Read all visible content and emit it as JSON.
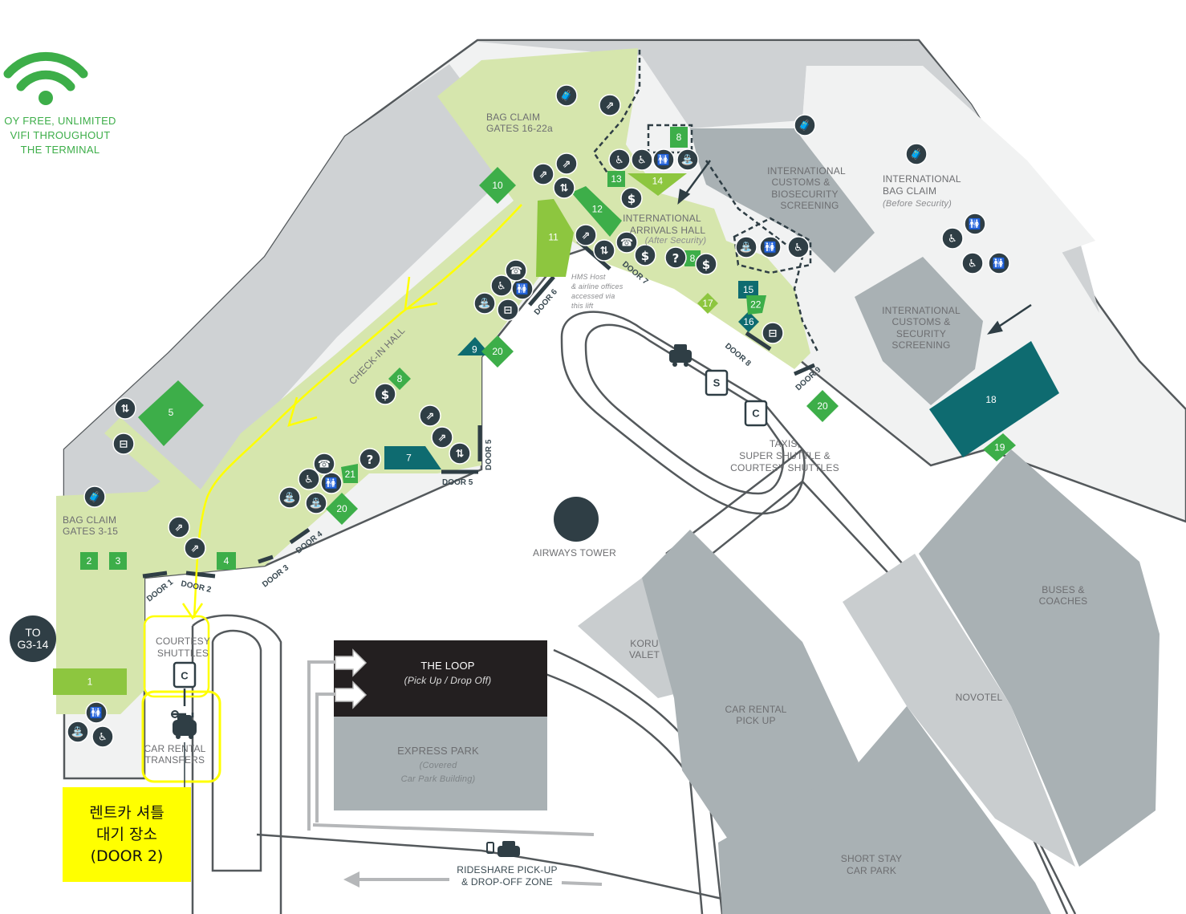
{
  "wifi": {
    "lines": [
      "OY FREE, UNLIMITED",
      "VIFI THROUGHOUT",
      "THE TERMINAL"
    ],
    "icon": "wifi-icon",
    "color": "#3dae49"
  },
  "colors": {
    "terminal_green": "#d6e6ad",
    "terminal_grey": "#c9cdcf",
    "building_grey": "#a9b1b4",
    "dark_teal": "#0e6b70",
    "tile_green": "#3dae49",
    "tile_lime": "#8dc63f",
    "icon_dark": "#2f3e45",
    "route_yellow": "#ffff00"
  },
  "areas": {
    "bag_claim_16": [
      "BAG CLAIM",
      "GATES 16-22a"
    ],
    "bag_claim_3": [
      "BAG CLAIM",
      "GATES 3-15"
    ],
    "intl_customs_bio": [
      "INTERNATIONAL",
      "CUSTOMS &",
      "BIOSECURITY",
      "SCREENING"
    ],
    "intl_bag_claim": [
      "INTERNATIONAL",
      "BAG CLAIM"
    ],
    "intl_bag_claim_note": "(Before Security)",
    "intl_arrivals": [
      "INTERNATIONAL",
      "ARRIVALS HALL"
    ],
    "intl_arrivals_note": "(After Security)",
    "intl_customs_sec": [
      "INTERNATIONAL",
      "CUSTOMS &",
      "SECURITY",
      "SCREENING"
    ],
    "hms_host": [
      "HMS Host",
      "& airline offices",
      "accessed via",
      "this lift"
    ],
    "check_in_hall": "CHECK-IN HALL",
    "airways_tower": "AIRWAYS TOWER",
    "taxis": [
      "TAXIS,",
      "SUPER SHUTTLE &",
      "COURTESY SHUTTLES"
    ],
    "courtesy_shuttles": [
      "COURTESY",
      "SHUTTLES"
    ],
    "car_rental_transfers": [
      "CAR RENTAL",
      "TRANSFERS"
    ],
    "the_loop": "THE LOOP",
    "the_loop_note": "(Pick Up / Drop Off)",
    "express_park": "EXPRESS PARK",
    "express_park_note": [
      "(Covered",
      "Car Park Building)"
    ],
    "koru_valet": [
      "KORU",
      "VALET"
    ],
    "car_rental_pickup": [
      "CAR RENTAL",
      "PICK UP"
    ],
    "novotel": "NOVOTEL",
    "buses": [
      "BUSES &",
      "COACHES"
    ],
    "short_stay": [
      "SHORT STAY",
      "CAR PARK"
    ],
    "rideshare": [
      "RIDESHARE PICK-UP",
      "& DROP-OFF ZONE"
    ]
  },
  "doors": [
    "DOOR 1",
    "DOOR 2",
    "DOOR 3",
    "DOOR 4",
    "DOOR 5",
    "DOOR 5",
    "DOOR 6",
    "DOOR 7",
    "DOOR 8",
    "DOOR 9"
  ],
  "tiles": [
    {
      "label": "1",
      "color": "#8dc63f"
    },
    {
      "label": "2",
      "color": "#3dae49"
    },
    {
      "label": "3",
      "color": "#3dae49"
    },
    {
      "label": "4",
      "color": "#3dae49"
    },
    {
      "label": "5",
      "color": "#3dae49"
    },
    {
      "label": "7",
      "color": "#0e6b70"
    },
    {
      "label": "8",
      "color": "#3dae49"
    },
    {
      "label": "8",
      "color": "#3dae49"
    },
    {
      "label": "8",
      "color": "#3dae49"
    },
    {
      "label": "9",
      "color": "#0e6b70"
    },
    {
      "label": "10",
      "color": "#3dae49"
    },
    {
      "label": "11",
      "color": "#8dc63f"
    },
    {
      "label": "12",
      "color": "#3dae49"
    },
    {
      "label": "13",
      "color": "#3dae49"
    },
    {
      "label": "14",
      "color": "#8dc63f"
    },
    {
      "label": "15",
      "color": "#0e6b70"
    },
    {
      "label": "16",
      "color": "#0e6b70"
    },
    {
      "label": "17",
      "color": "#8dc63f"
    },
    {
      "label": "18",
      "color": "#0e6b70"
    },
    {
      "label": "19",
      "color": "#3dae49"
    },
    {
      "label": "20",
      "color": "#3dae49"
    },
    {
      "label": "20",
      "color": "#3dae49"
    },
    {
      "label": "20",
      "color": "#3dae49"
    },
    {
      "label": "21",
      "color": "#3dae49"
    },
    {
      "label": "22",
      "color": "#3dae49"
    }
  ],
  "icon_symbols": {
    "restroom": "🚻",
    "accessible": "♿",
    "info": "?",
    "currency": "$",
    "phone": "☎",
    "luggage": "🧳",
    "escalator": "⇗",
    "lift": "⇅",
    "water": "⛲",
    "baggage": "⊟",
    "taxi": "🚕",
    "shuttle": "S",
    "courtesy": "C",
    "car": "🚗"
  },
  "to_g3": [
    "TO",
    "G3-14"
  ],
  "note": {
    "lines": [
      "렌트카 셔틀",
      "대기 장소",
      "(DOOR 2)"
    ]
  },
  "shuttle_letters": {
    "super": "S",
    "courtesy": "C",
    "rental": "C"
  }
}
